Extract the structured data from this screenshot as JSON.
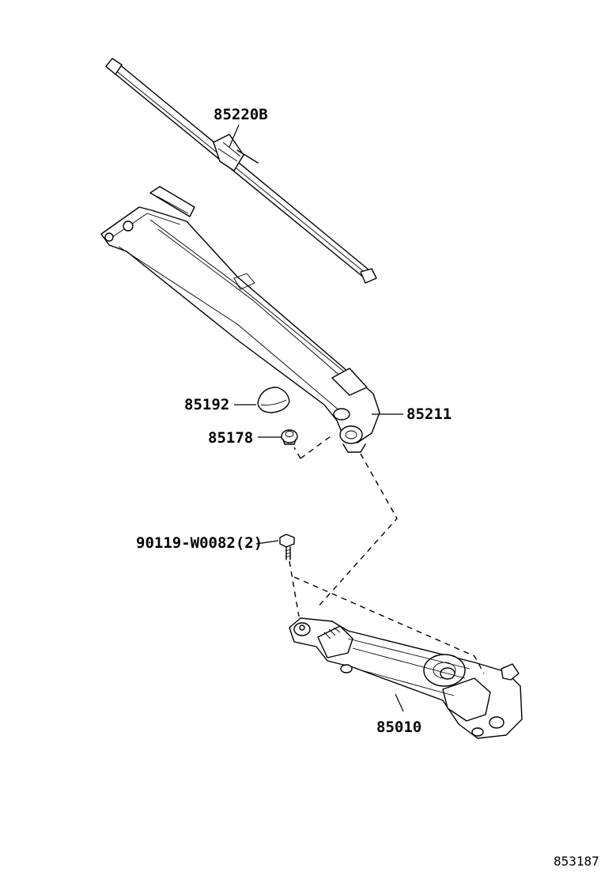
{
  "parts": {
    "blade": "85220B",
    "arm": "85211",
    "cap": "85192",
    "nut": "85178",
    "bolt": "90119-W0082(2)",
    "link_motor": "85010"
  },
  "figure_code": "853187"
}
